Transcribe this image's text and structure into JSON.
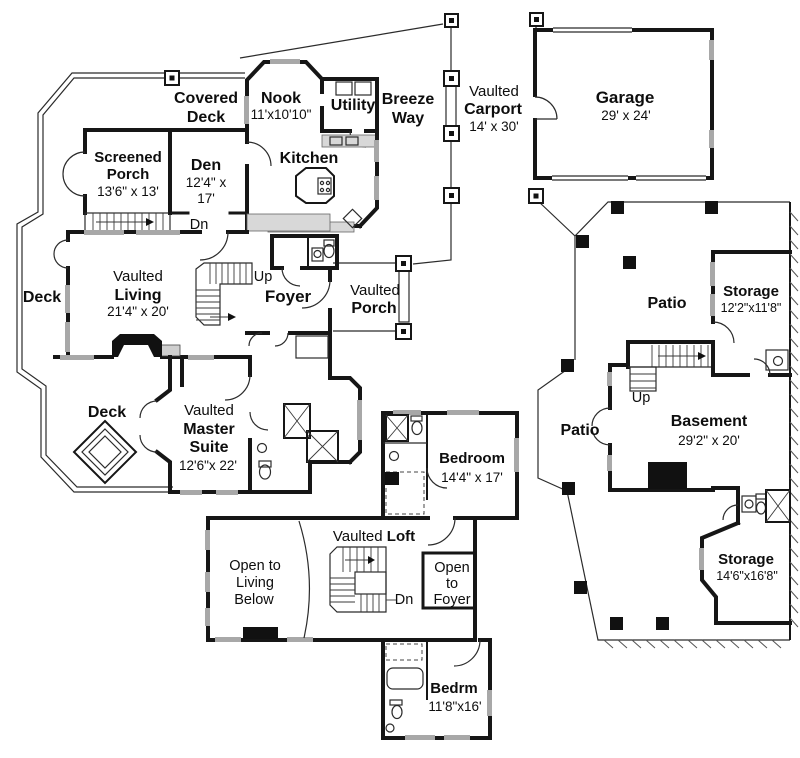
{
  "document": {
    "type": "floor-plan-drawing",
    "paper_color": "#ffffff",
    "ink_color": "#161616",
    "window_color": "#a8a8a8"
  },
  "plan": {
    "upper_left": {
      "covered_deck": {
        "l1": "Covered",
        "l2": "Deck"
      },
      "nook": {
        "name": "Nook",
        "dims": "11'x10'10\""
      },
      "utility": {
        "name": "Utility"
      },
      "breeze_way": {
        "l1": "Breeze",
        "l2": "Way"
      },
      "carport": {
        "prefix": "Vaulted",
        "name": "Carport",
        "dims": "14' x 30'"
      },
      "garage": {
        "name": "Garage",
        "dims": "29' x 24'"
      },
      "screened_porch": {
        "l1": "Screened",
        "l2": "Porch",
        "dims": "13'6\" x 13'"
      },
      "den": {
        "name": "Den",
        "dims_l1": "12'4\" x",
        "dims_l2": "17'"
      },
      "kitchen": {
        "name": "Kitchen"
      },
      "stairs_dn": "Dn",
      "deck_side": "Deck",
      "living": {
        "prefix": "Vaulted",
        "name": "Living",
        "dims": "21'4\" x 20'"
      },
      "stairs_up": "Up",
      "foyer": {
        "name": "Foyer"
      },
      "porch": {
        "prefix": "Vaulted",
        "name": "Porch"
      },
      "deck_lower": "Deck",
      "master": {
        "prefix": "Vaulted",
        "name_l1": "Master",
        "name_l2": "Suite",
        "dims": "12'6\"x 22'"
      }
    },
    "right_side": {
      "patio_upper": "Patio",
      "storage_upper": {
        "name": "Storage",
        "dims": "12'2\"x11'8\""
      },
      "stairs_up": "Up",
      "basement": {
        "name": "Basement",
        "dims": "29'2\" x 20'"
      },
      "patio_lower": "Patio",
      "storage_lower": {
        "name": "Storage",
        "dims": "14'6\"x16'8\""
      }
    },
    "upper_floor": {
      "bedroom": {
        "name": "Bedroom",
        "dims": "14'4\" x 17'"
      },
      "loft": {
        "prefix": "Vaulted ",
        "name": "Loft"
      },
      "open_living": {
        "l1": "Open to",
        "l2": "Living",
        "l3": "Below"
      },
      "open_foyer": {
        "l1": "Open",
        "l2": "to",
        "l3": "Foyer"
      },
      "stairs_dn": "Dn",
      "bedrm": {
        "name": "Bedrm",
        "dims": "11'8\"x16'"
      }
    }
  }
}
